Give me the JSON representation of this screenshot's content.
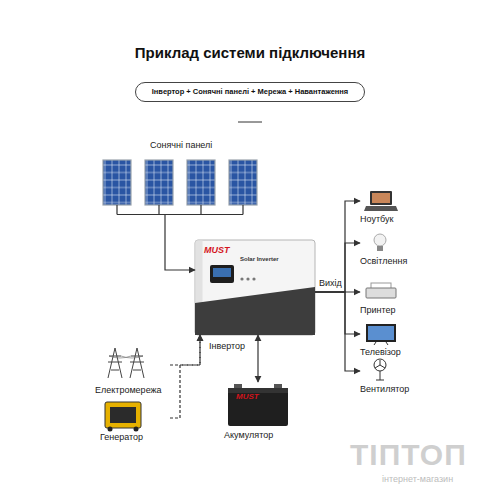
{
  "diagram": {
    "title": "Приклад системи підключення",
    "nodes": [
      {
        "text": [
          "Інвертор + Сонячні панелі + Мережа + Навантаження"
        ]
      },
      {
        "text": [
          "Сонячні панелі"
        ]
      },
      {
        "text": [
          "MUST",
          "Solar Inverter",
          "Інвертор"
        ]
      },
      {
        "text": [
          "Ноутбук"
        ]
      },
      {
        "text": [
          "Освітлення"
        ]
      },
      {
        "text": [
          "Принтер"
        ]
      },
      {
        "text": [
          "Телевізор"
        ]
      },
      {
        "text": [
          "Вентилятор"
        ]
      },
      {
        "text": [
          "Електромережа"
        ]
      },
      {
        "text": [
          "Генератор"
        ]
      },
      {
        "text": [
          "MUST",
          "Акумулятор"
        ]
      }
    ],
    "edges": [
      {
        "from": 1,
        "to": 2,
        "arrow": "to"
      },
      {
        "from": 2,
        "to": 3,
        "arrow": "to"
      },
      {
        "from": 2,
        "to": 4,
        "arrow": "to"
      },
      {
        "from": 2,
        "to": 5,
        "label": "Вихід",
        "arrow": "to"
      },
      {
        "from": 2,
        "to": 6,
        "arrow": "to"
      },
      {
        "from": 2,
        "to": 7,
        "arrow": "to"
      },
      {
        "from": 8,
        "to": 2,
        "arrow": "to"
      },
      {
        "from": 9,
        "to": 2,
        "arrow": "to"
      },
      {
        "from": 2,
        "to": 10,
        "arrow": "both"
      }
    ],
    "labels": [
      "ТІПТОП",
      "інтернет-магазин"
    ]
  }
}
